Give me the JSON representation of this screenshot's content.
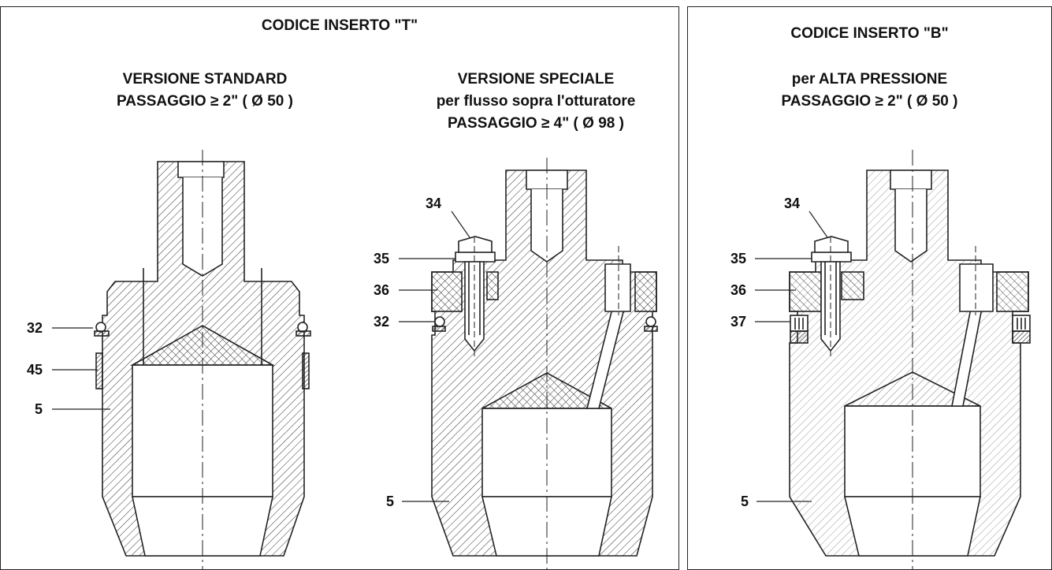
{
  "panel_t": {
    "title": "CODICE INSERTO \"T\"",
    "standard": {
      "line1": "VERSIONE STANDARD",
      "line2": "PASSAGGIO ≥ 2\" ( Ø 50 )",
      "labels": [
        "32",
        "45",
        "5"
      ]
    },
    "special": {
      "line1": "VERSIONE SPECIALE",
      "line2": "per flusso sopra l'otturatore",
      "line3": "PASSAGGIO ≥ 4\" ( Ø 98 )",
      "labels": [
        "34",
        "35",
        "36",
        "32",
        "5"
      ]
    }
  },
  "panel_b": {
    "title": "CODICE INSERTO \"B\"",
    "line1": "per ALTA PRESSIONE",
    "line2": "PASSAGGIO ≥ 2\" ( Ø 50 )",
    "labels": [
      "34",
      "35",
      "36",
      "37",
      "5"
    ]
  },
  "colors": {
    "ink": "#222222",
    "hatch": "#333333",
    "hatch_light": "#9a9a9a"
  }
}
